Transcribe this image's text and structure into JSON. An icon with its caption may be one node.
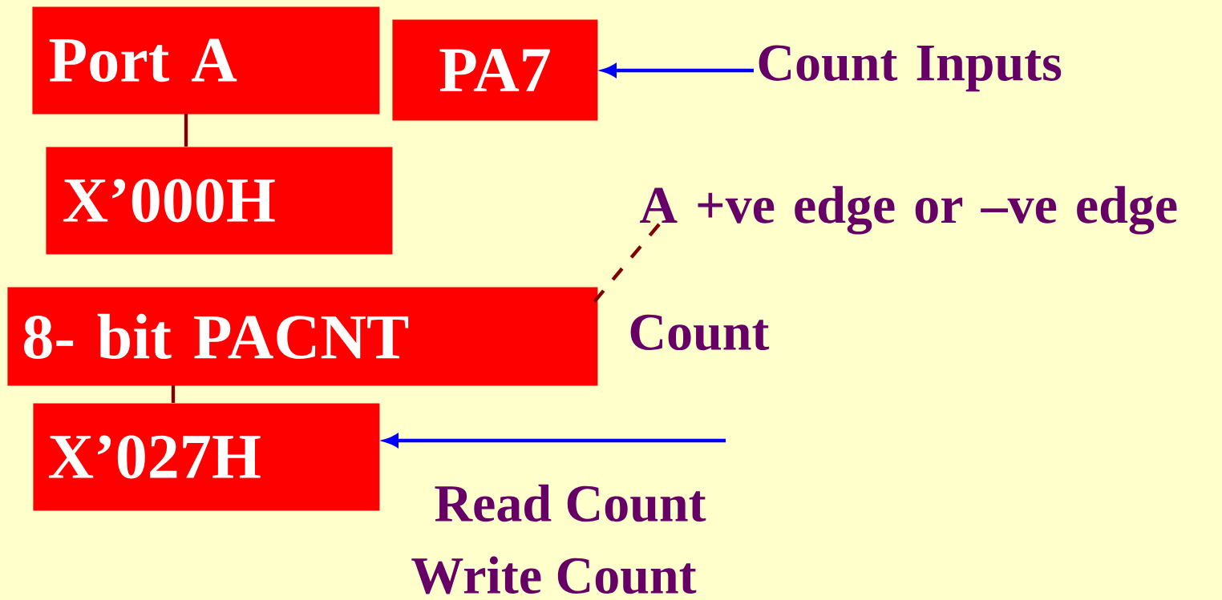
{
  "diagram": {
    "nodes": [
      {
        "text": [
          "Port A"
        ]
      },
      {
        "text": [
          "PA7"
        ]
      },
      {
        "text": [
          "X’000H"
        ]
      },
      {
        "text": [
          "8- bit PACNT"
        ]
      },
      {
        "text": [
          "X’027H"
        ]
      },
      {
        "text": [
          "Count Inputs"
        ]
      },
      {
        "text": [
          "A +ve edge or –ve edge"
        ]
      }
    ],
    "edges": [
      {
        "from": 5,
        "to": 1,
        "arrow": "to",
        "color": "#0000ff"
      },
      {
        "from": 0,
        "to": 2,
        "arrow": "none",
        "color": "#800000"
      },
      {
        "from": 3,
        "to": 4,
        "arrow": "none",
        "color": "#800000"
      },
      {
        "from": 6,
        "to": 3,
        "arrow": "none",
        "style": "dashed",
        "color": "#800000"
      },
      {
        "from": null,
        "to": 4,
        "arrow": "to",
        "color": "#0000ff"
      }
    ],
    "labels": [
      "Count",
      "Read Count",
      "Write Count"
    ]
  }
}
